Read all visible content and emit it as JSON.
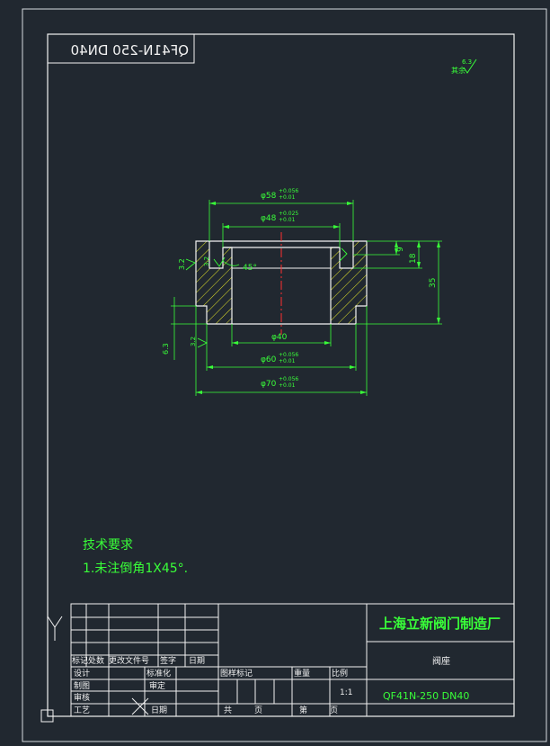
{
  "drawing": {
    "mirrored_code": "QF41N-250 DN40",
    "roughness_other_label": "其余",
    "roughness_other_value": "6.3",
    "dims": {
      "d58": "φ58",
      "d58_tol_up": "+0.056",
      "d58_tol_low": "+0.01",
      "d48": "φ48",
      "d48_tol_up": "+0.025",
      "d48_tol_low": "+0.01",
      "d40": "φ40",
      "d60": "φ60",
      "d60_tol_up": "+0.056",
      "d60_tol_low": "+0.01",
      "d70": "φ70",
      "d70_tol_up": "+0.056",
      "d70_tol_low": "+0.01",
      "h9": "9",
      "h18": "18",
      "h35": "35",
      "angle": "45°",
      "r_left": "3.2",
      "r_inner": "3.2",
      "r_bottom_left": "6.3",
      "r_bottom_small": "3.2"
    },
    "notes": {
      "title": "技术要求",
      "item1": "1.未注倒角1X45°."
    },
    "title_block": {
      "company": "上海立新阀门制造厂",
      "part_name": "阀座",
      "drawing_no": "QF41N-250 DN40",
      "scale_value": "1:1",
      "rev_headers": [
        "标记",
        "处数",
        "更改文件号",
        "签字",
        "日期"
      ],
      "sign_rows": [
        "设计",
        "制图",
        "审核",
        "工艺"
      ],
      "sign_cols": [
        "标准化",
        "审定",
        "日期"
      ],
      "stage_headers": [
        "图样标记",
        "重量",
        "比例"
      ],
      "sheet_total": "共",
      "sheet_unit": "页",
      "sheet_this": "第",
      "sheet_unit2": "页"
    }
  }
}
